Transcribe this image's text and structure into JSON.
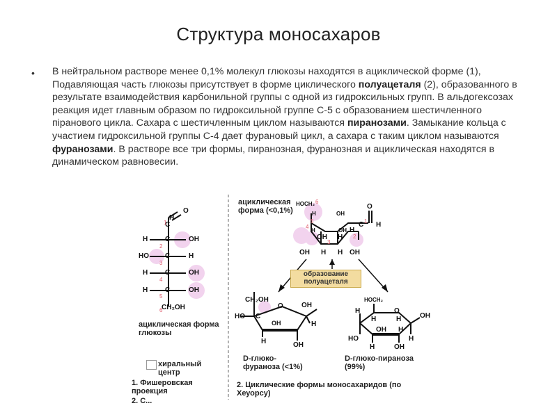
{
  "slide": {
    "title": "Структура моносахаров",
    "paragraph": {
      "t1": "В нейтральном растворе менее 0,1% молекул глюкозы находятся в ациклической форме (1), Подавляющая часть глюкозы присутствует в форме циклического ",
      "b1": "полуацеталя",
      "t2": " (2), образованного в результате взаимодействия карбонильной группы с одной из гидроксильных групп. В альдогексозах реакция идет главным образом по гидроксильной группе С-5 с образованием шестичленного піранового цикла. Сахара с шестичленным циклом называются ",
      "b2": "пиранозами",
      "t3": ". Замыкание кольца с участием гидроксильной группы С-4 дает фурановый цикл, а сахара с таким циклом называются ",
      "b3": "фуранозами",
      "t4": ". В растворе все три формы, пиранозная, фуранозная и ациклическая находятся в динамическом равновесии."
    }
  },
  "figure": {
    "acyclic_glucose_label": "ациклическая форма глюкозы",
    "chiral_center_label": "хиральный центр",
    "fischer_label": "1. Фишеровская проекция",
    "cut_label": "2. С...",
    "acyclic_form_label": "ациклическая форма (<0,1%)",
    "hemiacetal_box": "образование полуацеталя",
    "furanose_label": "D-глюко-фураноза (<1%)",
    "pyranose_label": "D-глюко-пираноза (99%)",
    "haworth_label": "2. Циклические формы моносахаридов (по Хеуорсу)",
    "atoms": {
      "O": "O",
      "H": "H",
      "C": "C",
      "OH": "OH",
      "HO": "HO",
      "CH2OH": "CH₂OH",
      "HOCH2": "HOCH₂"
    },
    "numbers": [
      "1",
      "2",
      "3",
      "4",
      "5",
      "6"
    ]
  }
}
